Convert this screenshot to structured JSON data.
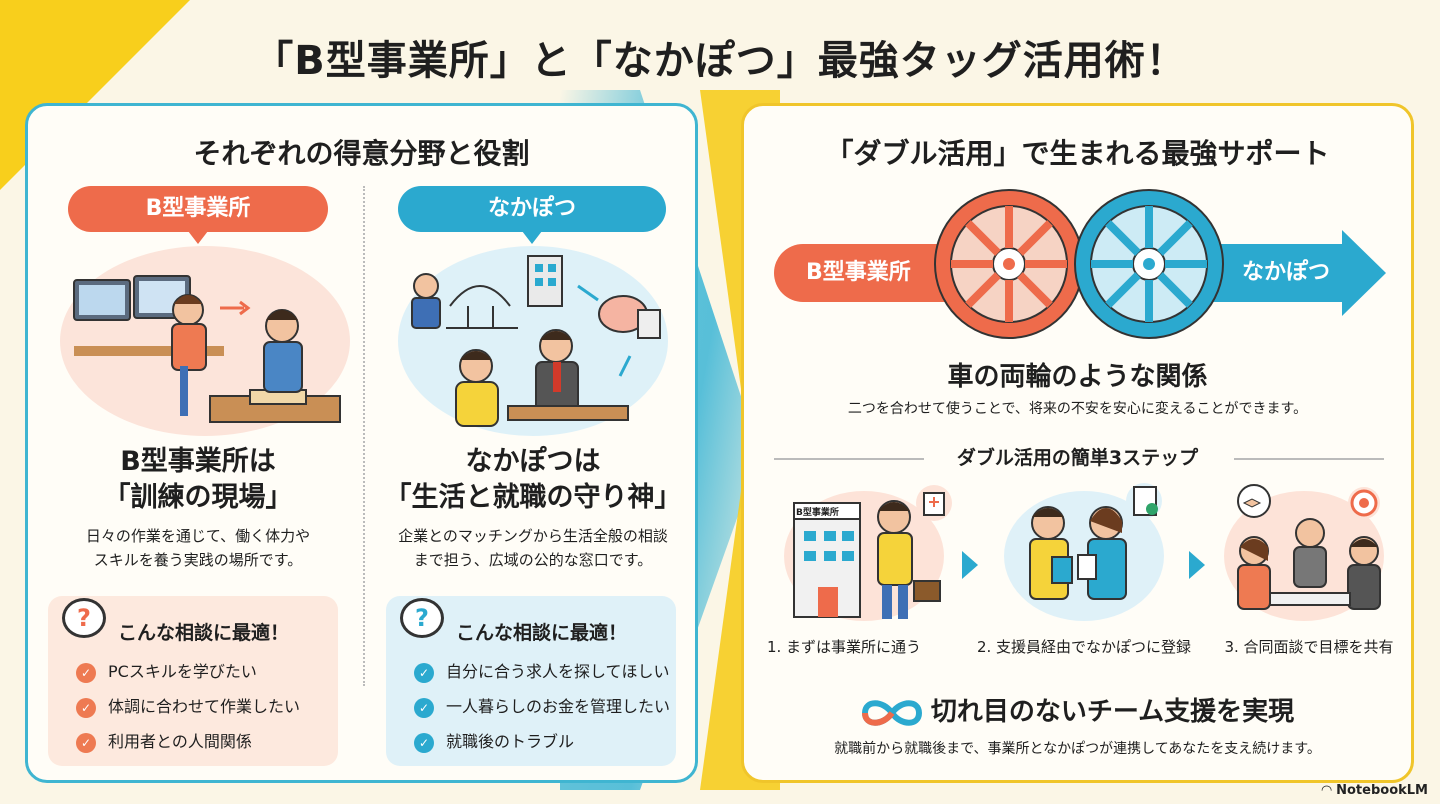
{
  "title": "「B型事業所」と「なかぽつ」最強タッグ活用術！",
  "left_panel": {
    "heading": "それぞれの得意分野と役割",
    "b_type": {
      "pill": "B型事業所",
      "title_line1": "B型事業所は",
      "title_line2": "「訓練の現場」",
      "desc_line1": "日々の作業を通じて、働く体力や",
      "desc_line2": "スキルを養う実践の場所です。",
      "consult_heading": "こんな相談に最適！",
      "items": [
        "PCスキルを学びたい",
        "体調に合わせて作業したい",
        "利用者との人間関係"
      ]
    },
    "nakapotsu": {
      "pill": "なかぽつ",
      "title_line1": "なかぽつは",
      "title_line2": "「生活と就職の守り神」",
      "desc_line1": "企業とのマッチングから生活全般の相談",
      "desc_line2": "まで担う、広域の公的な窓口です。",
      "consult_heading": "こんな相談に最適！",
      "items": [
        "自分に合う求人を探してほしい",
        "一人暮らしのお金を管理したい",
        "就職後のトラブル"
      ]
    }
  },
  "right_panel": {
    "heading": "「ダブル活用」で生まれる最強サポート",
    "arrow_left": "B型事業所",
    "arrow_right": "なかぽつ",
    "relation_title": "車の両輪のような関係",
    "relation_desc": "二つを合わせて使うことで、将来の不安を安心に変えることができます。",
    "steps_heading": "ダブル活用の簡単3ステップ",
    "steps": [
      {
        "label": "1. まずは事業所に通う",
        "sign": "B型事業所"
      },
      {
        "label": "2. 支援員経由でなかぽつに登録"
      },
      {
        "label": "3. 合同面談で目標を共有"
      }
    ],
    "seamless_title": "切れ目のないチーム支援を実現",
    "seamless_desc": "就職前から就職後まで、事業所となかぽつが連携してあなたを支え続けます。"
  },
  "brand": "NotebookLM",
  "colors": {
    "orange": "#ee6b4b",
    "blue": "#2ba9cf",
    "yellow": "#f6cd1f"
  }
}
